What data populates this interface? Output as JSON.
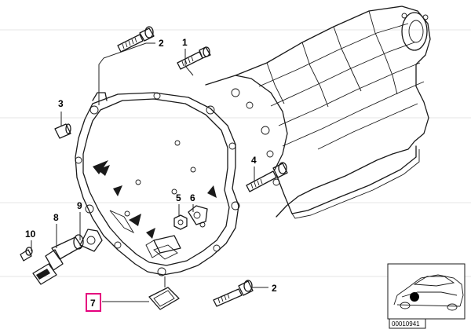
{
  "diagram": {
    "callouts": [
      {
        "id": "c1",
        "label": "1"
      },
      {
        "id": "c2a",
        "label": "2"
      },
      {
        "id": "c2b",
        "label": "2"
      },
      {
        "id": "c3",
        "label": "3"
      },
      {
        "id": "c4",
        "label": "4"
      },
      {
        "id": "c5",
        "label": "5"
      },
      {
        "id": "c6",
        "label": "6"
      },
      {
        "id": "c7",
        "label": "7",
        "highlighted": true
      },
      {
        "id": "c8",
        "label": "8"
      },
      {
        "id": "c9",
        "label": "9"
      },
      {
        "id": "c10",
        "label": "10"
      }
    ],
    "highlight_color": "#e5007e",
    "reference_code": "00010941"
  }
}
